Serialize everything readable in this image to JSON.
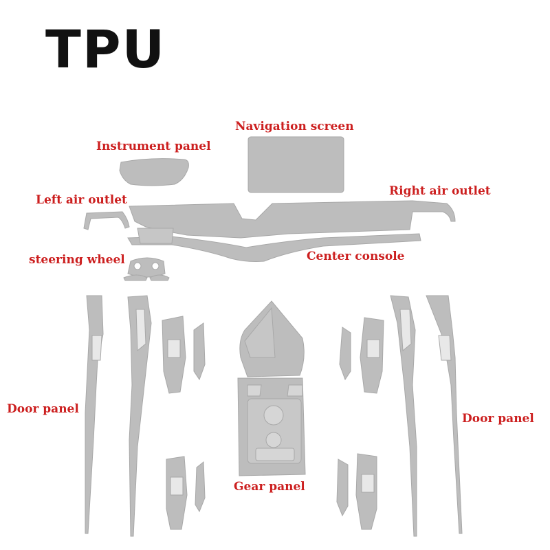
{
  "title": "TPU",
  "colors": {
    "label": "#cc1f1f",
    "part_fill": "#bdbdbd",
    "part_edge": "#a8a8a8",
    "title": "#111111"
  },
  "labels": {
    "navigation_screen": "Navigation screen",
    "instrument_panel": "Instrument panel",
    "left_air_outlet": "Left air outlet",
    "right_air_outlet": "Right air outlet",
    "steering_wheel": "steering wheel",
    "center_console": "Center console",
    "door_panel_left": "Door panel",
    "door_panel_right": "Door panel",
    "gear_panel": "Gear panel"
  }
}
